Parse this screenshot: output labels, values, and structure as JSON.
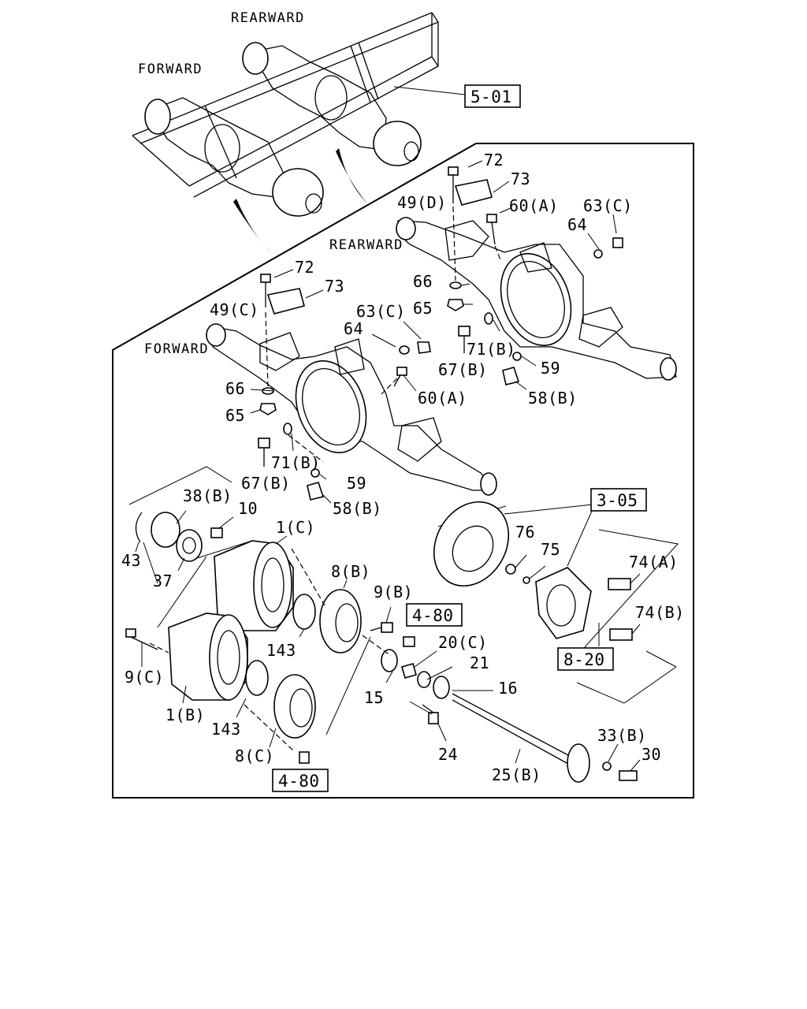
{
  "directions": {
    "rearward_top": "REARWARD",
    "forward_top": "FORWARD",
    "rearward_main": "REARWARD",
    "forward_main": "FORWARD"
  },
  "references": {
    "r1": "5-01",
    "r2": "3-05",
    "r3": "4-80",
    "r4": "8-20",
    "r5": "4-80"
  },
  "callouts": {
    "c72a": "72",
    "c73a": "73",
    "c49d": "49(D)",
    "c60a_top": "60(A)",
    "c63c_top": "63(C)",
    "c64_top": "64",
    "c66_top": "66",
    "c65_top": "65",
    "c71b_top": "71(B)",
    "c67b_top": "67(B)",
    "c59_top": "59",
    "c58b_top": "58(B)",
    "c72b": "72",
    "c73b": "73",
    "c49c": "49(C)",
    "c63c_mid": "63(C)",
    "c64_mid": "64",
    "c66_mid": "66",
    "c65_mid": "65",
    "c60a_mid": "60(A)",
    "c71b_mid": "71(B)",
    "c67b_mid": "67(B)",
    "c59_mid": "59",
    "c58b_mid": "58(B)",
    "c38b": "38(B)",
    "c10": "10",
    "c1c": "1(C)",
    "c43": "43",
    "c37": "37",
    "c8b": "8(B)",
    "c9b": "9(B)",
    "c143a": "143",
    "c9c": "9(C)",
    "c1b": "1(B)",
    "c143b": "143",
    "c8c": "8(C)",
    "c20c": "20(C)",
    "c21": "21",
    "c15": "15",
    "c16": "16",
    "c24": "24",
    "c25b": "25(B)",
    "c33b": "33(B)",
    "c30": "30",
    "c76": "76",
    "c75": "75",
    "c74a": "74(A)",
    "c74b": "74(B)"
  }
}
